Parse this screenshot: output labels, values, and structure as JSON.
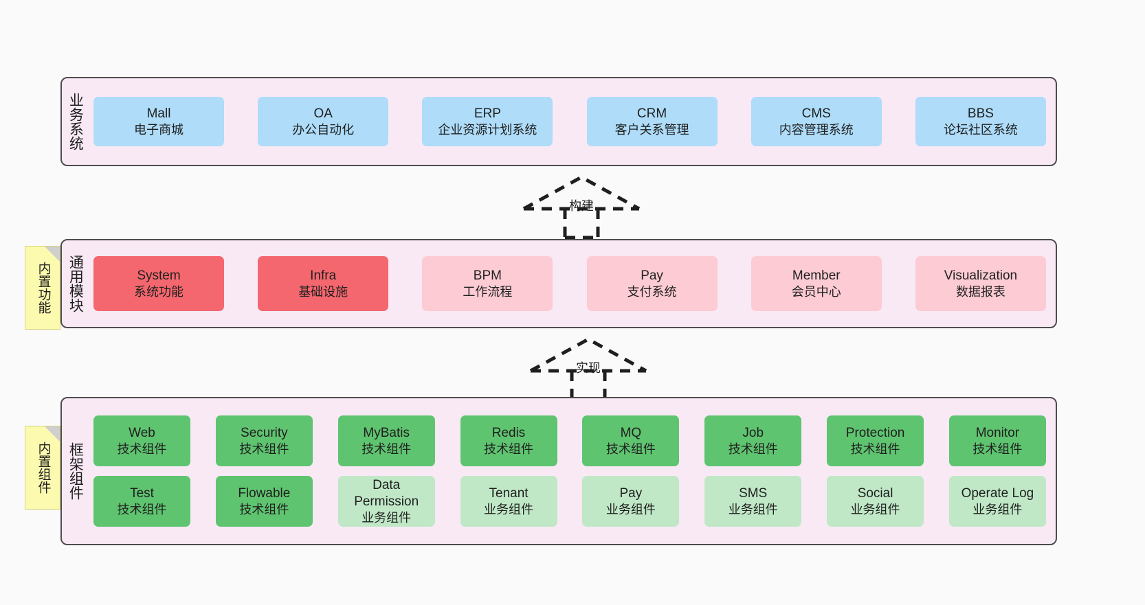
{
  "diagram": {
    "background": "#FAFAFA",
    "palette": {
      "panel_bg": "#F8E9F5",
      "panel_border": "#4D4D4D",
      "blue": "#AEDCF9",
      "red": "#F4676E",
      "pink": "#FCCBD3",
      "green": "#5FC470",
      "light_green": "#C0E8C7",
      "note_yellow": "#FCFAAE"
    }
  },
  "layers": {
    "business": {
      "title": "业务系统",
      "items": [
        {
          "en": "Mall",
          "cn": "电子商城",
          "color": "blue"
        },
        {
          "en": "OA",
          "cn": "办公自动化",
          "color": "blue"
        },
        {
          "en": "ERP",
          "cn": "企业资源计划系统",
          "color": "blue"
        },
        {
          "en": "CRM",
          "cn": "客户关系管理",
          "color": "blue"
        },
        {
          "en": "CMS",
          "cn": "内容管理系统",
          "color": "blue"
        },
        {
          "en": "BBS",
          "cn": "论坛社区系统",
          "color": "blue"
        }
      ]
    },
    "common": {
      "title": "通用模块",
      "note": "内置功能",
      "items": [
        {
          "en": "System",
          "cn": "系统功能",
          "color": "red"
        },
        {
          "en": "Infra",
          "cn": "基础设施",
          "color": "red"
        },
        {
          "en": "BPM",
          "cn": "工作流程",
          "color": "pink"
        },
        {
          "en": "Pay",
          "cn": "支付系统",
          "color": "pink"
        },
        {
          "en": "Member",
          "cn": "会员中心",
          "color": "pink"
        },
        {
          "en": "Visualization",
          "cn": "数据报表",
          "color": "pink"
        }
      ]
    },
    "framework": {
      "title": "框架组件",
      "note": "内置组件",
      "row1": [
        {
          "en": "Web",
          "cn": "技术组件",
          "color": "green"
        },
        {
          "en": "Security",
          "cn": "技术组件",
          "color": "green"
        },
        {
          "en": "MyBatis",
          "cn": "技术组件",
          "color": "green"
        },
        {
          "en": "Redis",
          "cn": "技术组件",
          "color": "green"
        },
        {
          "en": "MQ",
          "cn": "技术组件",
          "color": "green"
        },
        {
          "en": "Job",
          "cn": "技术组件",
          "color": "green"
        },
        {
          "en": "Protection",
          "cn": "技术组件",
          "color": "green"
        },
        {
          "en": "Monitor",
          "cn": "技术组件",
          "color": "green"
        }
      ],
      "row2": [
        {
          "en": "Test",
          "cn": "技术组件",
          "color": "green"
        },
        {
          "en": "Flowable",
          "cn": "技术组件",
          "color": "green"
        },
        {
          "en": "Data Permission",
          "cn": "业务组件",
          "color": "lightgreen",
          "wrap": true
        },
        {
          "en": "Tenant",
          "cn": "业务组件",
          "color": "lightgreen"
        },
        {
          "en": "Pay",
          "cn": "业务组件",
          "color": "lightgreen"
        },
        {
          "en": "SMS",
          "cn": "业务组件",
          "color": "lightgreen"
        },
        {
          "en": "Social",
          "cn": "业务组件",
          "color": "lightgreen"
        },
        {
          "en": "Operate Log",
          "cn": "业务组件",
          "color": "lightgreen"
        }
      ]
    }
  },
  "connectors": [
    {
      "id": "build",
      "label": "构建",
      "style": "dashed-hollow-triangle-up"
    },
    {
      "id": "impl",
      "label": "实现",
      "style": "dashed-hollow-triangle-up"
    }
  ]
}
